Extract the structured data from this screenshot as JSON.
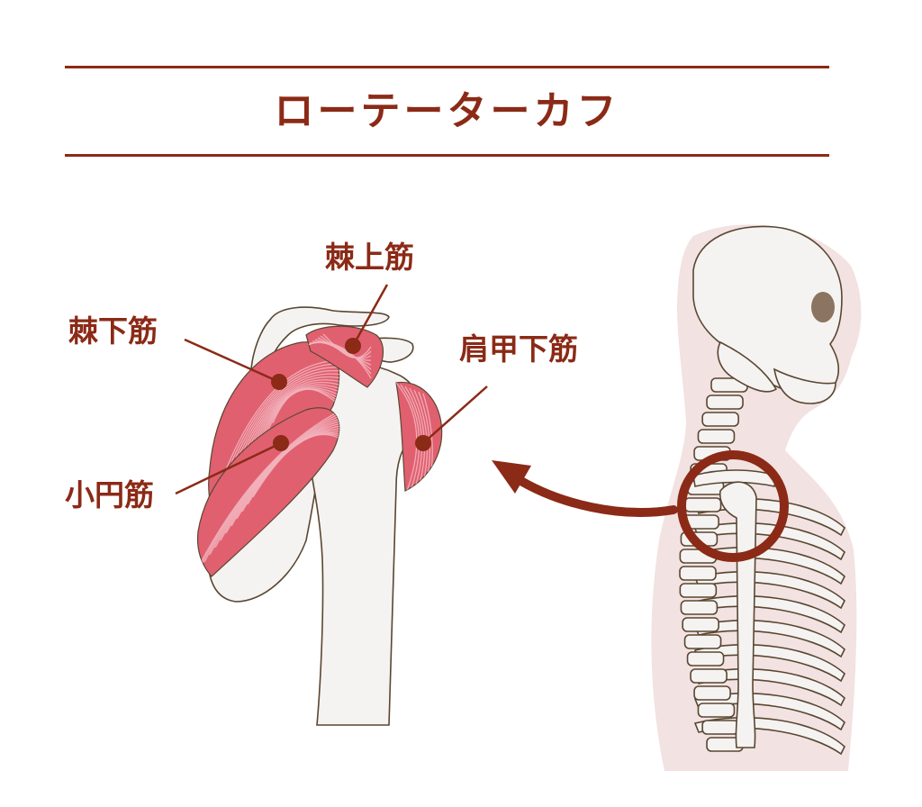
{
  "title": "ローテーターカフ",
  "labels": {
    "supraspinatus": "棘上筋",
    "infraspinatus": "棘下筋",
    "subscapularis": "肩甲下筋",
    "teres_minor": "小円筋"
  },
  "colors": {
    "accent": "#8b2a16",
    "muscle": "#e06070",
    "muscle_light": "#f2b3bb",
    "bone": "#f4f3f1",
    "bone_outline": "#5a4631",
    "body_silhouette": "#f2e2e2"
  },
  "icons": {
    "pointer_arrow": "curved-arrow-left",
    "highlight_circle": "ring"
  }
}
